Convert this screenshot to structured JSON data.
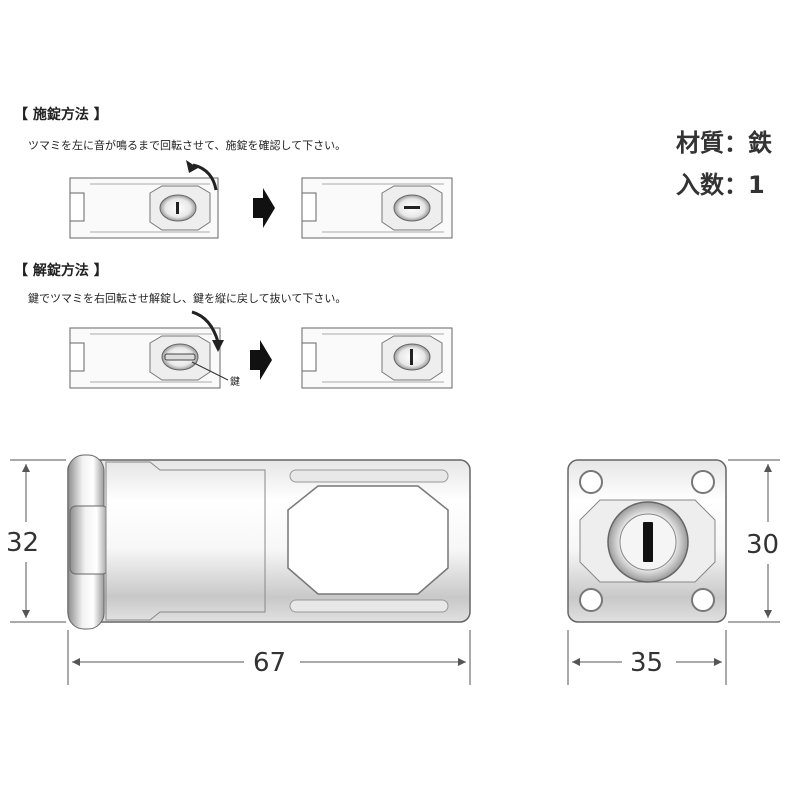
{
  "instructions": {
    "lock": {
      "title": "【 施錠方法 】",
      "description": "ツマミを左に音が鳴るまで回転させて、施錠を確認して下さい。"
    },
    "unlock": {
      "title": "【 解錠方法 】",
      "description": "鍵でツマミを右回転させ解錠し、鍵を縦に戻して抜いて下さい。",
      "key_callout": "鍵"
    }
  },
  "specs": {
    "material": "材質：鉄",
    "quantity": "入数：1"
  },
  "dimensions": {
    "height_front": "32",
    "length": "67",
    "height_side": "30",
    "width_side": "35"
  },
  "colors": {
    "line": "#555555",
    "metal_light": "#f2f2f2",
    "metal_dark": "#9a9a9a",
    "arrow": "#222222"
  }
}
